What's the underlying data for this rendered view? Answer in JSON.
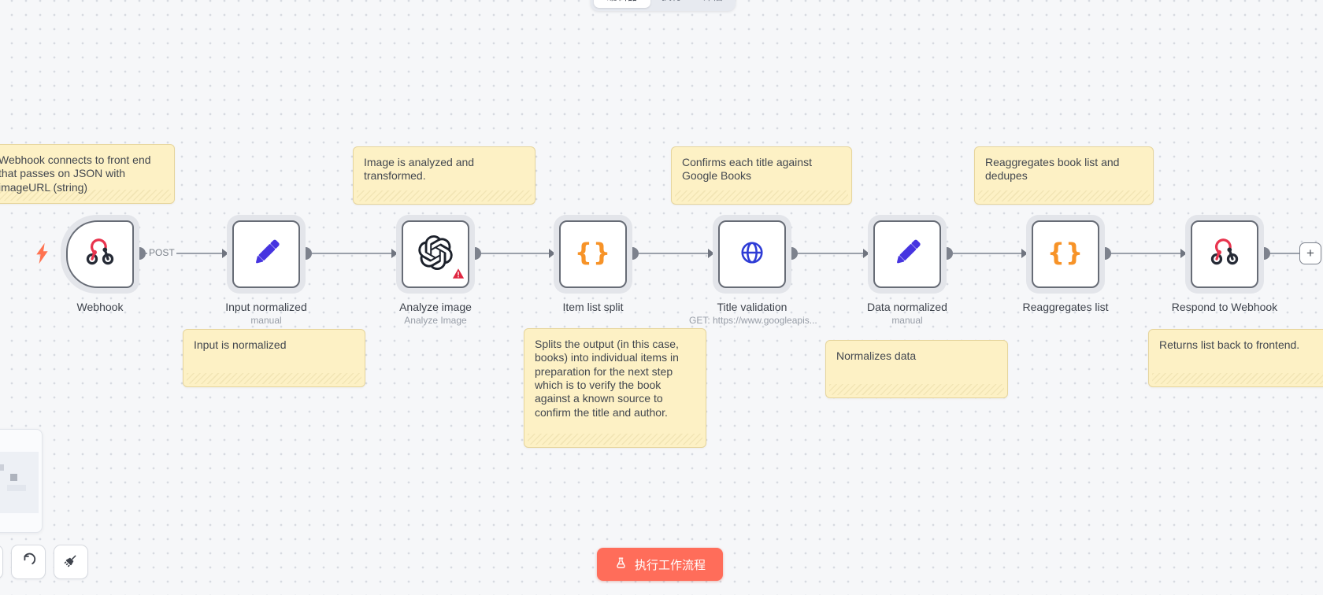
{
  "tabs": {
    "editor": "编辑器",
    "executions": "执行",
    "evaluations": "评估"
  },
  "toolbar": {
    "execute_label": "执行工作流程"
  },
  "nodes": [
    {
      "label": "Webhook",
      "output_label": "POST"
    },
    {
      "label": "Input normalized",
      "sublabel": "manual"
    },
    {
      "label": "Analyze image",
      "sublabel": "Analyze Image"
    },
    {
      "label": "Item list split"
    },
    {
      "label": "Title validation",
      "sublabel": "GET: https://www.googleapis..."
    },
    {
      "label": "Data normalized",
      "sublabel": "manual"
    },
    {
      "label": "Reaggregates list"
    },
    {
      "label": "Respond to Webhook"
    }
  ],
  "sticky_notes": [
    {
      "text": "Webhook connects to front end that passes on JSON with imageURL (string)"
    },
    {
      "text": "Image is analyzed and transformed."
    },
    {
      "text": "Confirms each title against Google Books"
    },
    {
      "text": "Reaggregates book list and dedupes"
    },
    {
      "text": "Input is normalized"
    },
    {
      "text": "Splits the output (in this case, books) into individual items in preparation for the next step which is to verify the book against a known source to confirm the title and author."
    },
    {
      "text": "Normalizes data"
    },
    {
      "text": "Returns list back to frontend."
    }
  ],
  "icons": {
    "braces_glyph": "{}",
    "plus_glyph": "+"
  },
  "colors": {
    "accent": "#ff6d5a",
    "sticky_bg": "#fdf1c5",
    "webhook_red": "#e8344e",
    "pencil_blue": "#4634e0",
    "braces_orange": "#f79328",
    "globe_blue": "#2e3cd6",
    "warning_red": "#df2640",
    "openai_black": "#1c212b"
  }
}
